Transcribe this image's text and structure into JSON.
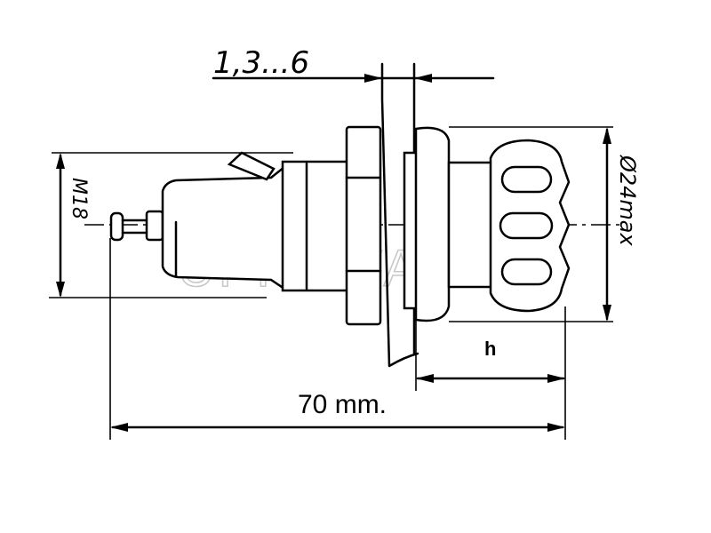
{
  "labels": {
    "thread_gap": "1,3...6",
    "diameter": "Ø24max",
    "thread": "M18",
    "height": "h",
    "length": "70 mm."
  },
  "watermark": "UPRAWA.RU",
  "colors": {
    "line": "#000000",
    "watermark": "#c8c8c8",
    "background": "#ffffff"
  }
}
